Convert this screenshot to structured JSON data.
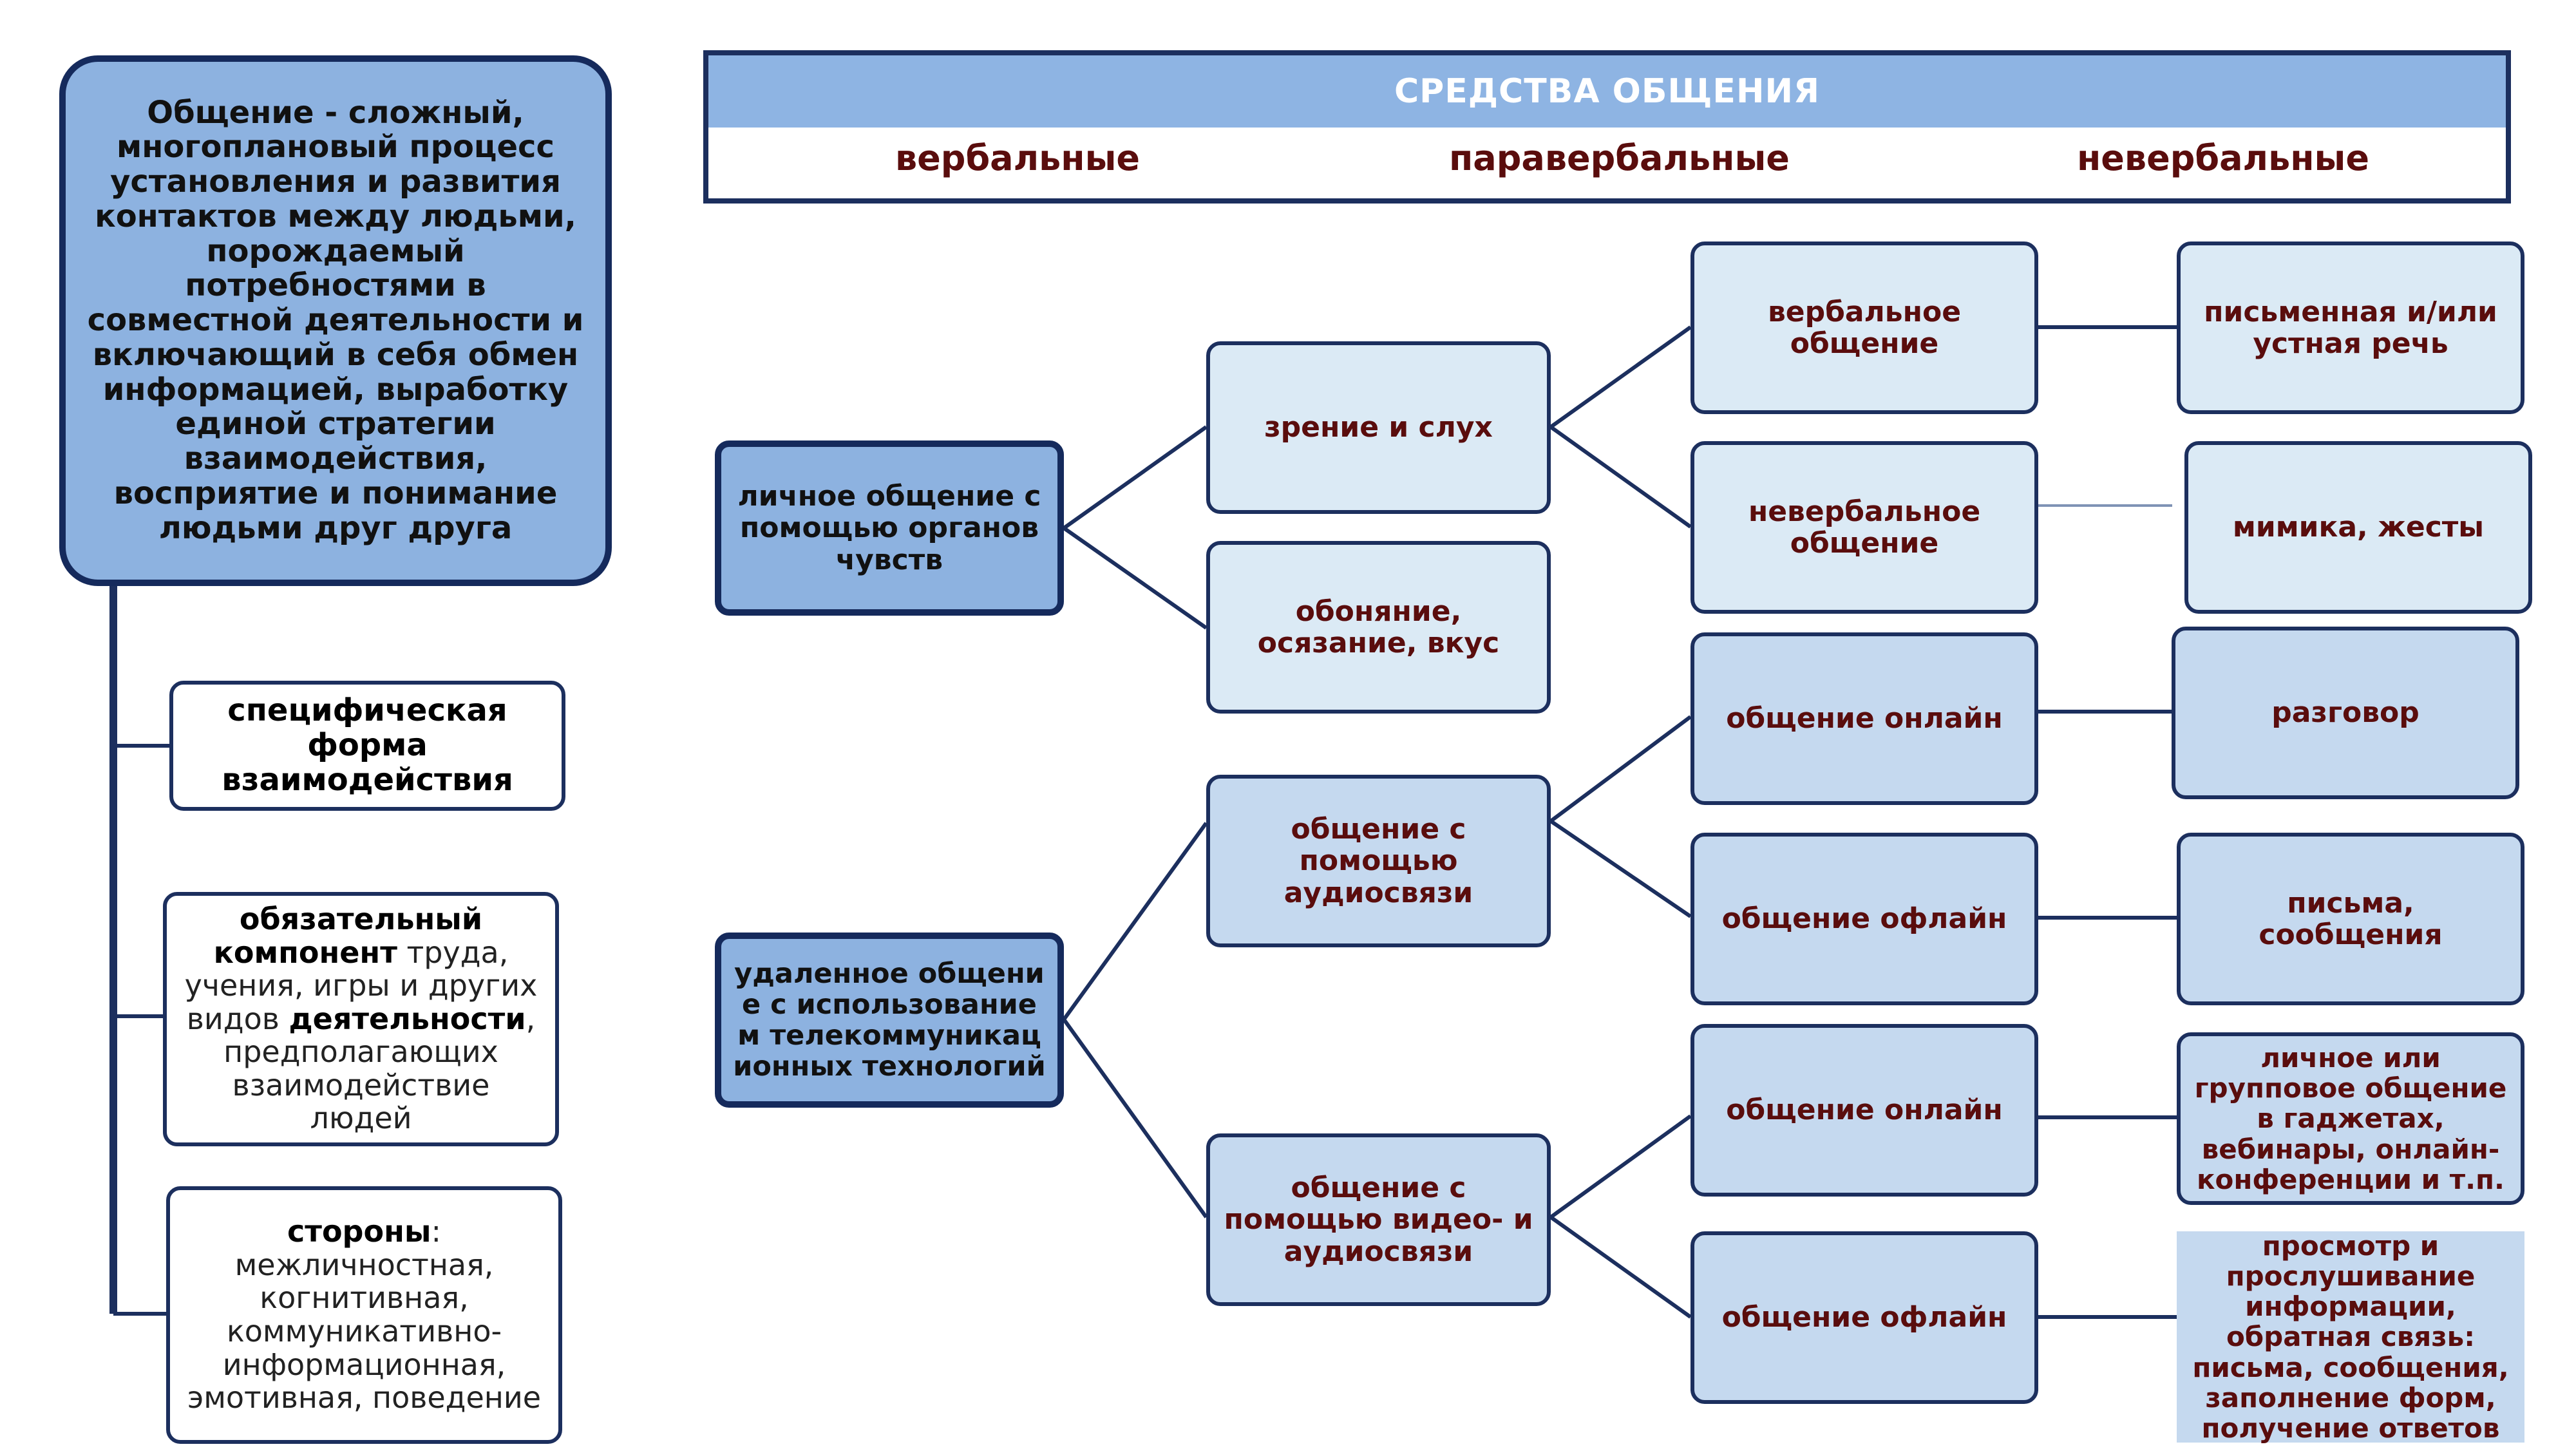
{
  "definition": "Общение - сложный, многоплановый процесс установления и развития контактов между людьми, порождаемый потребностями в совместной деятельности и включающий в себя обмен информацией, выработку единой стратегии взаимодействия, восприятие и понимание людьми друг друга",
  "aspects": {
    "form_label": "специфическая форма взаимодействия",
    "component_bold": "обязательный компонент",
    "component_text1": " труда, учения, игры и других видов ",
    "component_bold2": "деятельности",
    "component_text2": ", предполагающих взаимодействие людей",
    "sides_bold": "стороны",
    "sides_text": ": межличностная, когнитивная, коммуникативно-информационная, эмотивная, поведение"
  },
  "header": {
    "title": "СРЕДСТВА ОБЩЕНИЯ",
    "categories": [
      "вербальные",
      "паравербальные",
      "невербальные"
    ]
  },
  "tree": {
    "personal": "личное общение с помощью органов чувств",
    "sight": "зрение и слух",
    "smell": "обоняние, осязание, вкус",
    "verbal": "вербальное общение",
    "nonverbal": "невербальное общение",
    "speech": "письменная и/или устная речь",
    "mimic": "мимика, жесты",
    "remote": "удаленное общение с использованием телекоммуникационных технологий",
    "audio": "общение с помощью аудиосвязи",
    "video": "общение с помощью видео- и аудиосвязи",
    "online1": "общение онлайн",
    "offline1": "общение офлайн",
    "online2": "общение онлайн",
    "offline2": "общение офлайн",
    "talk": "разговор",
    "letters": "письма, сообщения",
    "gadgets": "личное или групповое общение в гаджетах, вебинары, онлайн-конференции и т.п.",
    "view": "просмотр и прослушивание информации, обратная связь: письма, сообщения, заполнение форм, получение ответов"
  }
}
